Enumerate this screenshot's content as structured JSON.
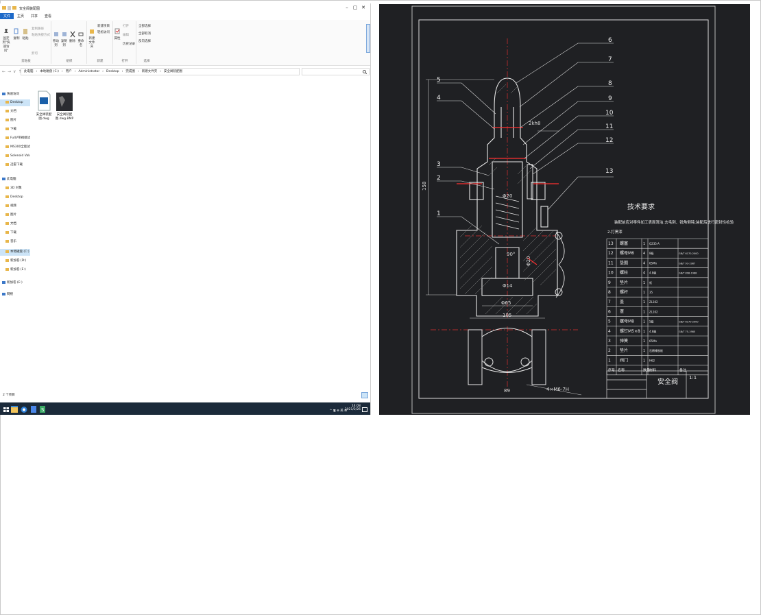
{
  "explorer": {
    "title": "安全阀装配图",
    "window_controls": [
      "–",
      "▢",
      "✕"
    ],
    "ribbon_tabs": [
      "文件",
      "主页",
      "共享",
      "查看"
    ],
    "ribbon_groups": {
      "clipboard": {
        "label": "剪贴板",
        "buttons": [
          "固定到\"快速访问\"",
          "复制",
          "粘贴",
          "复制路径",
          "粘贴快捷方式",
          "剪切"
        ]
      },
      "organize": {
        "label": "组织",
        "buttons": [
          "移动到",
          "复制到",
          "删除",
          "重命名"
        ]
      },
      "new": {
        "label": "新建",
        "buttons": [
          "新建文件夹",
          "新建项目",
          "轻松访问"
        ]
      },
      "open": {
        "label": "打开",
        "buttons": [
          "属性",
          "打开",
          "编辑",
          "历史记录"
        ]
      },
      "select": {
        "label": "选择",
        "buttons": [
          "全部选择",
          "全部取消",
          "反向选择"
        ]
      }
    },
    "address_parts": [
      "此电脑",
      "本地磁盘 (C:)",
      "用户",
      "Administrator",
      "Desktop",
      "完成图",
      "新建文件夹",
      "安全阀装配图"
    ],
    "sidebar": [
      {
        "label": "快速访问",
        "level": 0
      },
      {
        "label": "Desktop",
        "level": 1,
        "selected": true
      },
      {
        "label": "文档",
        "level": 1
      },
      {
        "label": "图片",
        "level": 1
      },
      {
        "label": "下载",
        "level": 1
      },
      {
        "label": "Fu4V带阀组试验台",
        "level": 1
      },
      {
        "label": "MS300全能试验台",
        "level": 1
      },
      {
        "label": "Solenoid Valve阀",
        "level": 1
      },
      {
        "label": "迅雷下载",
        "level": 1
      },
      {
        "label": "此电脑",
        "level": 0
      },
      {
        "label": "3D 对象",
        "level": 1
      },
      {
        "label": "Desktop",
        "level": 1
      },
      {
        "label": "视频",
        "level": 1
      },
      {
        "label": "图片",
        "level": 1
      },
      {
        "label": "文档",
        "level": 1
      },
      {
        "label": "下载",
        "level": 1
      },
      {
        "label": "音乐",
        "level": 1
      },
      {
        "label": "本地磁盘 (C:)",
        "level": 1,
        "selected": true
      },
      {
        "label": "新加卷 (D:)",
        "level": 1
      },
      {
        "label": "新加卷 (E:)",
        "level": 1
      },
      {
        "label": "新加卷 (E:)",
        "level": 0
      },
      {
        "label": "网络",
        "level": 0
      }
    ],
    "files": [
      {
        "name": "安全阀装配图.dwg",
        "icon": "dwg-file-icon"
      },
      {
        "name": "安全阀装配图.dwg.BMP",
        "icon": "bmp-thumbnail-icon"
      }
    ],
    "status": "2 个项目",
    "taskbar": {
      "time": "14:08",
      "date": "2021/2/26",
      "tray": "^ 🖫 ⊕ 英 ⊞"
    }
  },
  "cad": {
    "callouts": [
      "1",
      "2",
      "3",
      "4",
      "5",
      "6",
      "7",
      "8",
      "9",
      "10",
      "11",
      "12",
      "13"
    ],
    "dims": {
      "h": "158",
      "w1": "Φ65",
      "w2": "105",
      "d1": "Φ20",
      "d2": "Φ20",
      "angle": "90°",
      "bolt": "4×M6-7H",
      "bottom": "89",
      "thread": "2kh8",
      "small": "Φ14"
    },
    "tech_title": "技术要求",
    "tech_text": "装配前应对零件加工表面清洁,去毛刺、锐角倒钝;装配后进行密封性检验",
    "tech_item2": "2.打黑漆",
    "bom": [
      {
        "no": "13",
        "name": "螺塞",
        "qty": "1",
        "mat": "Q235-A",
        "note": ""
      },
      {
        "no": "12",
        "name": "螺母M6",
        "qty": "4",
        "mat": "8级",
        "note": "GB/T 6170-2000"
      },
      {
        "no": "11",
        "name": "垫圈",
        "qty": "4",
        "mat": "65Mn",
        "note": "GB/T 93-1987"
      },
      {
        "no": "10",
        "name": "螺柱",
        "qty": "4",
        "mat": "4.8级",
        "note": "GB/T 898-1988"
      },
      {
        "no": "9",
        "name": "垫片",
        "qty": "1",
        "mat": "纸",
        "note": ""
      },
      {
        "no": "8",
        "name": "螺杆",
        "qty": "1",
        "mat": "35",
        "note": ""
      },
      {
        "no": "7",
        "name": "盖",
        "qty": "1",
        "mat": "ZL102",
        "note": ""
      },
      {
        "no": "6",
        "name": "罩",
        "qty": "1",
        "mat": "ZL102",
        "note": ""
      },
      {
        "no": "5",
        "name": "螺母M8",
        "qty": "1",
        "mat": "5级",
        "note": "GB/T 6170-2000"
      },
      {
        "no": "4",
        "name": "螺钉M5×8",
        "qty": "1",
        "mat": "4.8级",
        "note": "GB/T 75-1985"
      },
      {
        "no": "3",
        "name": "弹簧",
        "qty": "1",
        "mat": "65Mn",
        "note": ""
      },
      {
        "no": "2",
        "name": "垫片",
        "qty": "1",
        "mat": "石棉橡胶板",
        "note": ""
      },
      {
        "no": "1",
        "name": "阀门",
        "qty": "1",
        "mat": "H62",
        "note": ""
      }
    ],
    "bom_header": [
      "序号",
      "名称",
      "数量",
      "材料",
      "备注"
    ],
    "title_block": {
      "name": "安全阀",
      "scale": "1:1"
    }
  }
}
